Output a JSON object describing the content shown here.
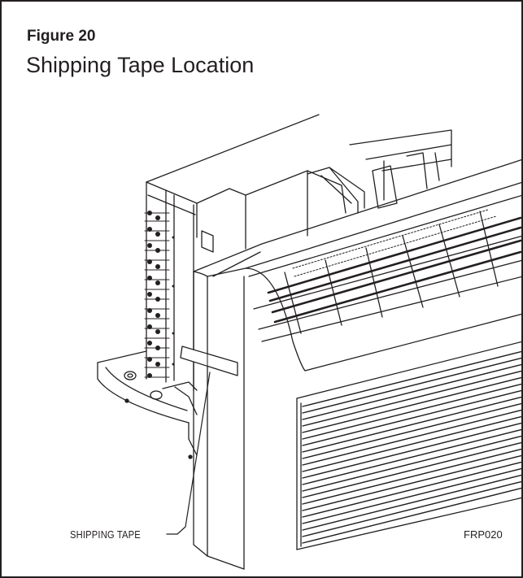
{
  "figure": {
    "number": "Figure 20",
    "title": "Shipping Tape Location",
    "callout_label": "SHIPPING TAPE",
    "drawing_code": "FRP020"
  },
  "colors": {
    "line": "#231f20",
    "background": "#ffffff"
  },
  "drawing": {
    "subject": "packaged-terminal-air-conditioner-with-shipping-tape"
  }
}
